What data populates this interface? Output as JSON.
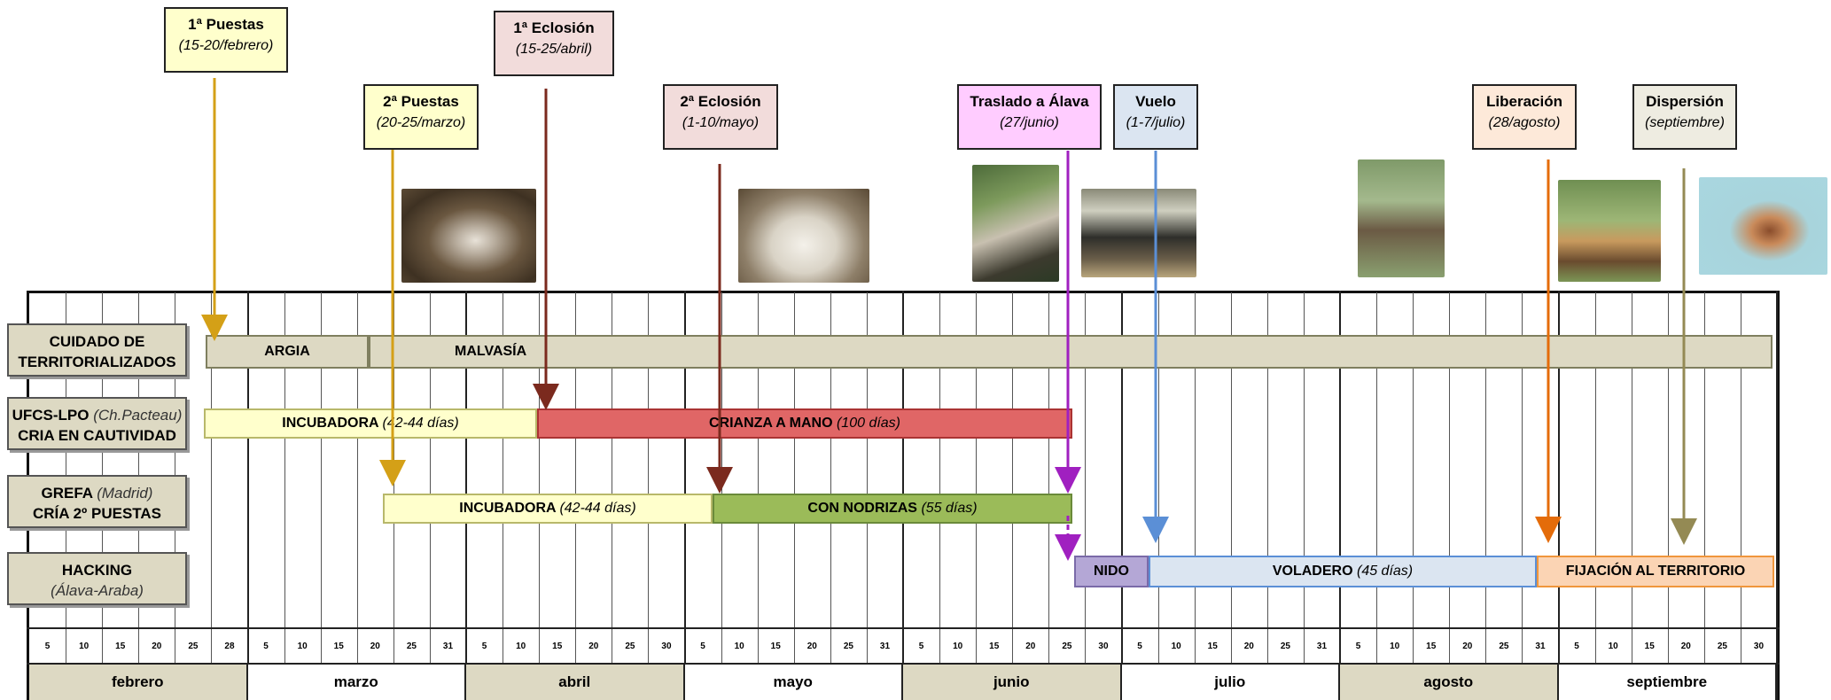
{
  "events": [
    {
      "id": "e1",
      "title": "1ª Puestas",
      "sub": "(15-20/febrero)",
      "bg": "#ffffcc",
      "arrow_color": "#d4a017"
    },
    {
      "id": "e2",
      "title": "2ª Puestas",
      "sub": "(20-25/marzo)",
      "bg": "#ffffcc",
      "arrow_color": "#d4a017"
    },
    {
      "id": "e3",
      "title": "1ª Eclosión",
      "sub": "(15-25/abril)",
      "bg": "#f2dcdb",
      "arrow_color": "#7b2a1e"
    },
    {
      "id": "e4",
      "title": "2ª Eclosión",
      "sub": "(1-10/mayo)",
      "bg": "#f2dcdb",
      "arrow_color": "#7b2a1e"
    },
    {
      "id": "e5",
      "title": "Traslado a Álava",
      "sub": "(27/junio)",
      "bg": "#ffccff",
      "arrow_color": "#a020c0"
    },
    {
      "id": "e6",
      "title": "Vuelo",
      "sub": "(1-7/julio)",
      "bg": "#dbe5f1",
      "arrow_color": "#5b8fd6"
    },
    {
      "id": "e7",
      "title": "Liberación",
      "sub": "(28/agosto)",
      "bg": "#fde9d9",
      "arrow_color": "#e46c0a"
    },
    {
      "id": "e8",
      "title": "Dispersión",
      "sub": "(septiembre)",
      "bg": "#eeece1",
      "arrow_color": "#948a54"
    }
  ],
  "rows": [
    {
      "id": "r1",
      "line1": "CUIDADO DE",
      "line2": "TERRITORIALIZADOS",
      "extra": ""
    },
    {
      "id": "r2",
      "line1": "UFCS-LPO",
      "extra": "(Ch.Pacteau)",
      "line2": "CRIA EN CAUTIVIDAD"
    },
    {
      "id": "r3",
      "line1": "GREFA",
      "extra": "(Madrid)",
      "line2": "CRÍA 2º PUESTAS"
    },
    {
      "id": "r4",
      "line1": "HACKING",
      "extra": "",
      "line2": "(Álava-Araba)"
    }
  ],
  "bars": [
    {
      "id": "b_argia",
      "label": "ARGIA",
      "note": "",
      "color": "#ddd9c3"
    },
    {
      "id": "b_malvasia",
      "label": "MALVASÍA",
      "note": "",
      "color": "#ddd9c3"
    },
    {
      "id": "b_inc1",
      "label": "INCUBADORA",
      "note": "(42-44 días)",
      "color": "#ffffcc"
    },
    {
      "id": "b_crianza",
      "label": "CRIANZA A MANO",
      "note": "(100 días)",
      "color": "#e06666"
    },
    {
      "id": "b_inc2",
      "label": "INCUBADORA",
      "note": "(42-44 días)",
      "color": "#ffffcc"
    },
    {
      "id": "b_nodrizas",
      "label": "CON NODRIZAS",
      "note": "(55 días)",
      "color": "#9bbb59"
    },
    {
      "id": "b_nido",
      "label": "NIDO",
      "note": "",
      "color": "#b4a7d6"
    },
    {
      "id": "b_voladero",
      "label": "VOLADERO",
      "note": "(45 días)",
      "color": "#dbe5f1"
    },
    {
      "id": "b_fijacion",
      "label": "FIJACIÓN AL TERRITORIO",
      "note": "",
      "color": "#fbd4b4"
    }
  ],
  "months": [
    "febrero",
    "marzo",
    "abril",
    "mayo",
    "junio",
    "julio",
    "agosto",
    "septiembre"
  ],
  "day_ticks": [
    [
      "5",
      "10",
      "15",
      "20",
      "25",
      "28"
    ],
    [
      "5",
      "10",
      "15",
      "20",
      "25",
      "31"
    ],
    [
      "5",
      "10",
      "15",
      "20",
      "25",
      "30"
    ],
    [
      "5",
      "10",
      "15",
      "20",
      "25",
      "31"
    ],
    [
      "5",
      "10",
      "15",
      "20",
      "25",
      "30"
    ],
    [
      "5",
      "10",
      "15",
      "20",
      "25",
      "31"
    ],
    [
      "5",
      "10",
      "15",
      "20",
      "25",
      "31"
    ],
    [
      "5",
      "10",
      "15",
      "20",
      "25",
      "30"
    ]
  ],
  "photos": [
    {
      "id": "p1",
      "icon": "eggs-in-nest-photo"
    },
    {
      "id": "p2",
      "icon": "chicks-photo"
    },
    {
      "id": "p3",
      "icon": "chick-handling-photo"
    },
    {
      "id": "p4",
      "icon": "hacking-box-photo"
    },
    {
      "id": "p5",
      "icon": "juvenile-eagle-photo"
    },
    {
      "id": "p6",
      "icon": "perched-eagle-photo"
    },
    {
      "id": "p7",
      "icon": "flying-eagle-photo"
    }
  ]
}
